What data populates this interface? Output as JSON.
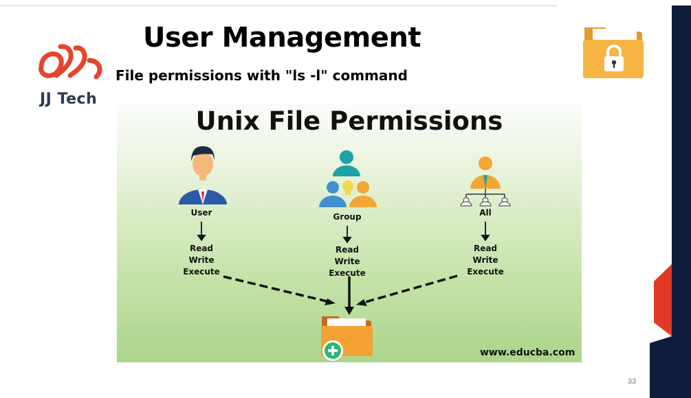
{
  "slide": {
    "title": "User Management",
    "subtitle": "File permissions with \"ls -l\" command",
    "logo_text": "JJ Tech",
    "page_number": "33"
  },
  "diagram": {
    "title": "Unix File Permissions",
    "website": "www.educba.com",
    "entities": [
      {
        "label": "User",
        "icon": "user-icon",
        "permissions": [
          "Read",
          "Write",
          "Execute"
        ]
      },
      {
        "label": "Group",
        "icon": "group-icon",
        "permissions": [
          "Read",
          "Write",
          "Execute"
        ]
      },
      {
        "label": "All",
        "icon": "all-users-icon",
        "permissions": [
          "Read",
          "Write",
          "Execute"
        ]
      }
    ],
    "target_icon": "file-folder-add-icon"
  },
  "colors": {
    "logo_red": "#e6452c",
    "folder_orange": "#f2a233",
    "deco_red": "#e03a24",
    "deco_navy": "#0f1d3a",
    "green_plus": "#2bb673"
  }
}
